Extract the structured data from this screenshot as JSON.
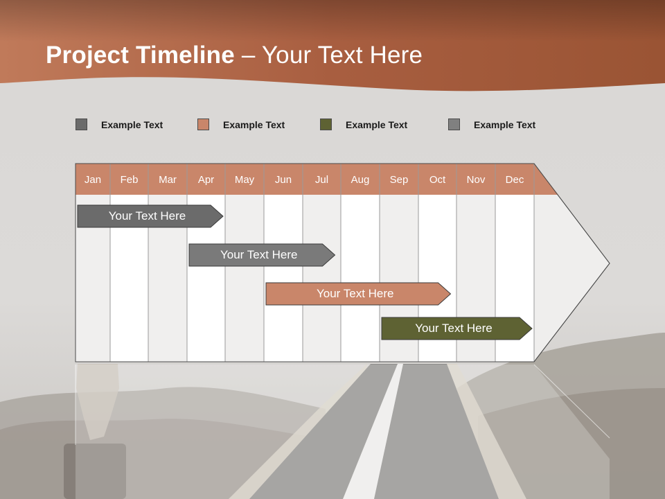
{
  "title": {
    "bold": "Project Timeline",
    "rest": " – Your Text Here"
  },
  "legend": [
    {
      "label": "Example Text",
      "color": "#6b6b6b"
    },
    {
      "label": "Example Text",
      "color": "#c9866a"
    },
    {
      "label": "Example Text",
      "color": "#5e6233"
    },
    {
      "label": "Example Text",
      "color": "#808080"
    }
  ],
  "chart_data": {
    "type": "gantt",
    "months": [
      "Jan",
      "Feb",
      "Mar",
      "Apr",
      "May",
      "Jun",
      "Jul",
      "Aug",
      "Sep",
      "Oct",
      "Nov",
      "Dec"
    ],
    "tasks": [
      {
        "label": "Your  Text Here",
        "start_month": 1.0,
        "end_month": 4.0,
        "color": "#6b6b6b"
      },
      {
        "label": "Your  Text Here",
        "start_month": 4.0,
        "end_month": 6.9,
        "color": "#7a7a7a"
      },
      {
        "label": "Your  Text Here",
        "start_month": 6.0,
        "end_month": 9.9,
        "color": "#c9866a"
      },
      {
        "label": "Your  Text Here",
        "start_month": 9.0,
        "end_month": 12.0,
        "color": "#5e6233"
      }
    ],
    "header_color": "#c9866a",
    "header_text_color": "#ffffff"
  },
  "colors": {
    "banner": "#b0684a",
    "banner_dark": "#8a4a30"
  }
}
